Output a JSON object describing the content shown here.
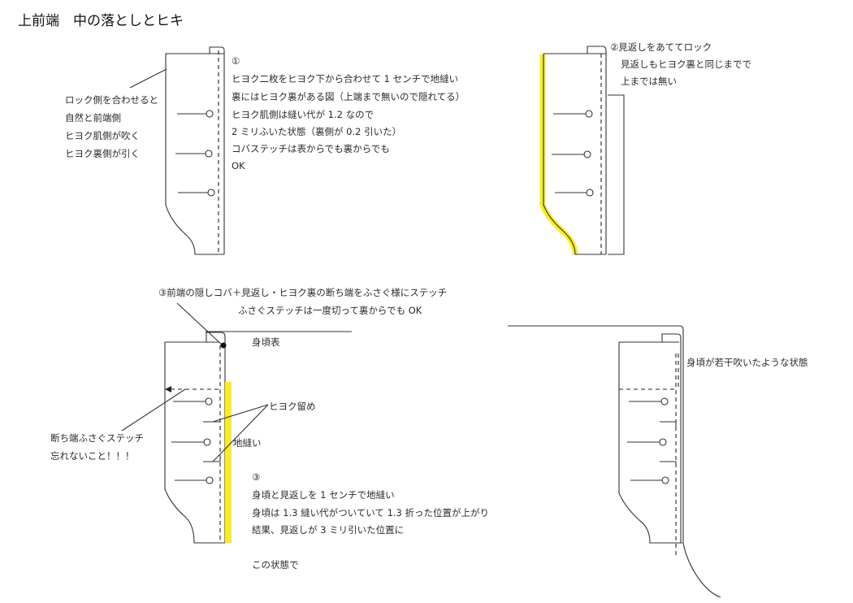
{
  "title": "上前端　中の落としとヒキ",
  "step1": {
    "left_note": [
      "ロック側を合わせると",
      "自然と前端側",
      "ヒヨク肌側が吹く",
      "ヒヨク裏側が引く"
    ],
    "number": "①",
    "lines": [
      "ヒヨク二枚をヒヨク下から合わせて 1 センチで地縫い",
      "裏にはヒヨク裏がある図（上端まで無いので隠れてる）",
      "ヒヨク肌側は縫い代が 1.2 なので",
      "2 ミリふいた状態（裏側が 0.2 引いた）",
      "コバステッチは表からでも裏からでも",
      "OK"
    ]
  },
  "step2": {
    "lines": [
      "②見返しをあててロック",
      "見返しもヒヨク裏と同じまでで",
      "上までは無い"
    ]
  },
  "step3": {
    "top_lines": [
      "③前端の隠しコバ＋見返し・ヒヨク裏の断ち端をふさぐ様にステッチ",
      "ふさぐステッチは一度切って裏からでも OK"
    ],
    "body_label": "身頃表",
    "placket_label": "ヒヨク留め",
    "seam_label": "地縫い",
    "left_note": [
      "断ち端ふさぐステッチ",
      "忘れないこと！！！"
    ],
    "number": "③",
    "lines": [
      "身頃と見返しを 1 センチで地縫い",
      "身頃は 1.3 縫い代がついていて 1.3 折った位置が上がり",
      "結果、見返しが 3 ミリ引いた位置に"
    ],
    "footer": "この状態で"
  },
  "step4": {
    "note": "身頃が若干吹いたような状態"
  },
  "colors": {
    "highlight": "#f6ec2a",
    "line": "#333333"
  }
}
